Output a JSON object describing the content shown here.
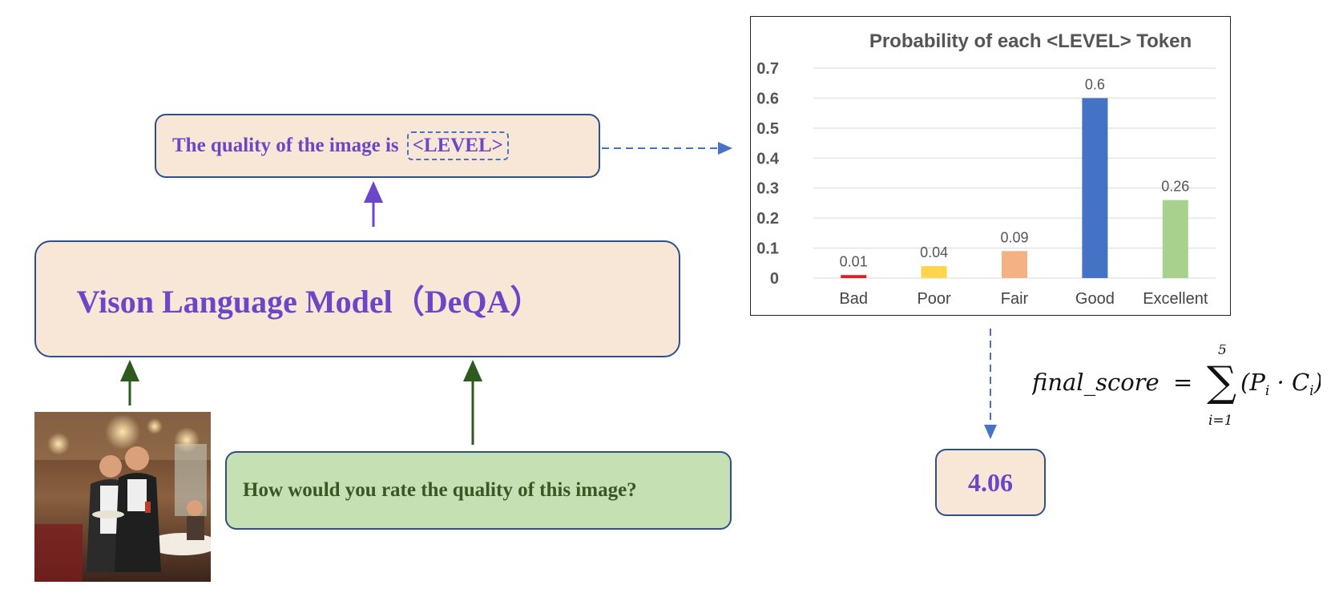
{
  "output_box": {
    "prefix": "The quality of the image is",
    "token": "<LEVEL>"
  },
  "model_box": {
    "label": "Vison Language Model（DeQA）"
  },
  "question_box": {
    "label": "How would you rate the quality of this image?"
  },
  "formula": {
    "lhs": "final_score",
    "sum_upper": "5",
    "sum_lower": "i=1"
  },
  "score_box": {
    "value": "4.06"
  },
  "colors": {
    "box_fill": "#f8e6d6",
    "box_border": "#2f4f8a",
    "accent_text": "#6a47c9",
    "question_fill": "#c5e0b3",
    "question_text": "#385723",
    "arrow_purple": "#6a47c9",
    "arrow_green": "#2f5a1f",
    "arrow_dashed": "#4a72c4"
  },
  "chart_data": {
    "type": "bar",
    "title": "Probability of each <LEVEL> Token",
    "categories": [
      "Bad",
      "Poor",
      "Fair",
      "Good",
      "Excellent"
    ],
    "values": [
      0.01,
      0.04,
      0.09,
      0.6,
      0.26
    ],
    "value_labels": [
      "0.01",
      "0.04",
      "0.09",
      "0.6",
      "0.26"
    ],
    "bar_colors": [
      "#e8171d",
      "#ffd54f",
      "#f4b183",
      "#4472c4",
      "#a9d18e"
    ],
    "yticks": [
      "0",
      "0.1",
      "0.2",
      "0.3",
      "0.4",
      "0.5",
      "0.6",
      "0.7"
    ],
    "ylim": [
      0,
      0.7
    ],
    "grid": true,
    "legend": "none"
  }
}
